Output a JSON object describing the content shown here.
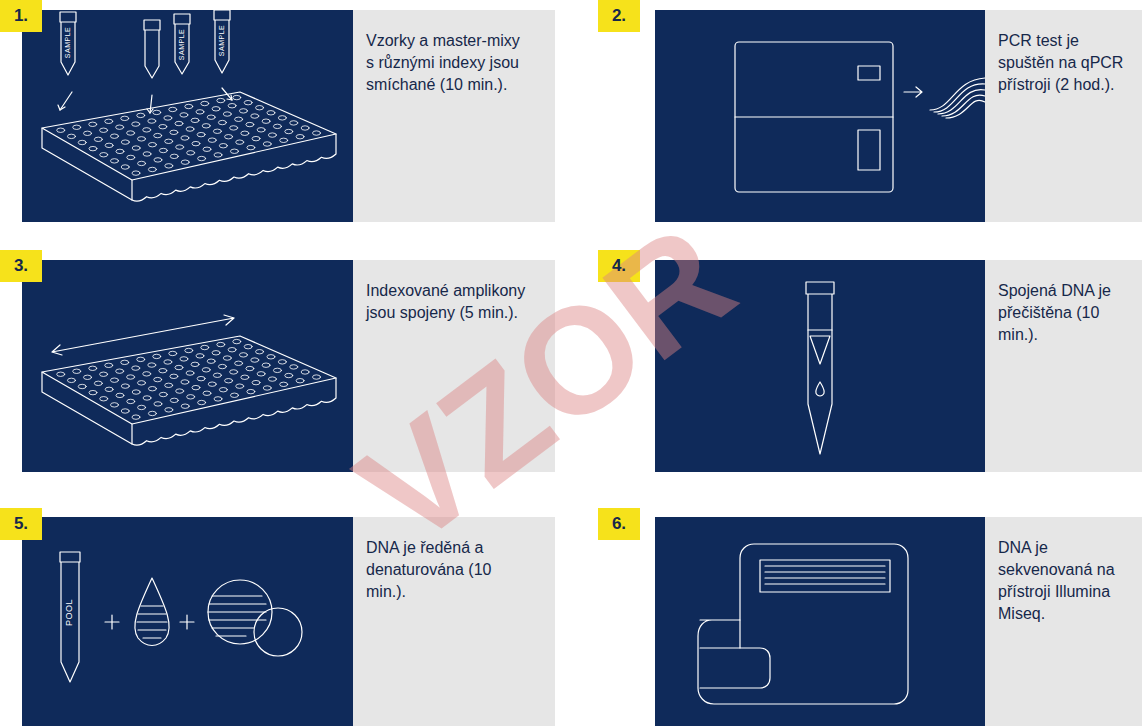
{
  "diagram": {
    "nodes": [
      {
        "text": [
          "1."
        ]
      },
      {
        "text": [
          "Vzorky a master-mixy s různými indexy jsou smíchané (10 min.)."
        ]
      },
      {
        "text": [
          "2."
        ]
      },
      {
        "text": [
          "PCR test je spuštěn na qPCR přístroji (2 hod.)."
        ]
      },
      {
        "text": [
          "3."
        ]
      },
      {
        "text": [
          "Indexované amplikony jsou spojeny (5 min.)."
        ]
      },
      {
        "text": [
          "4."
        ]
      },
      {
        "text": [
          "Spojená DNA je přečištěna (10 min.)."
        ]
      },
      {
        "text": [
          "5."
        ]
      },
      {
        "text": [
          "DNA je ředěná a denaturována (10 min.)."
        ]
      },
      {
        "text": [
          "6."
        ]
      },
      {
        "text": [
          "DNA je sekvenovaná na přístroji Illumina Miseq."
        ]
      }
    ],
    "labels": [
      "SAMPLE",
      "SAMPLE",
      "SAMPLE",
      "POOL",
      "VZOR"
    ]
  }
}
